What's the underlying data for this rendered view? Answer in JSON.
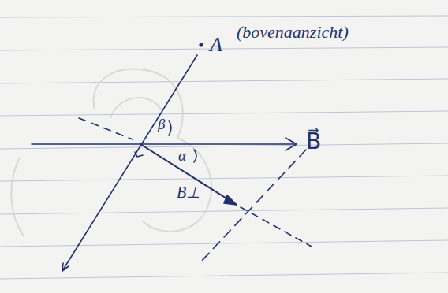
{
  "diagram": {
    "labels": [
      "A",
      "(bovenaanzicht)",
      "β",
      "α",
      "B⃗",
      "B⊥"
    ]
  }
}
